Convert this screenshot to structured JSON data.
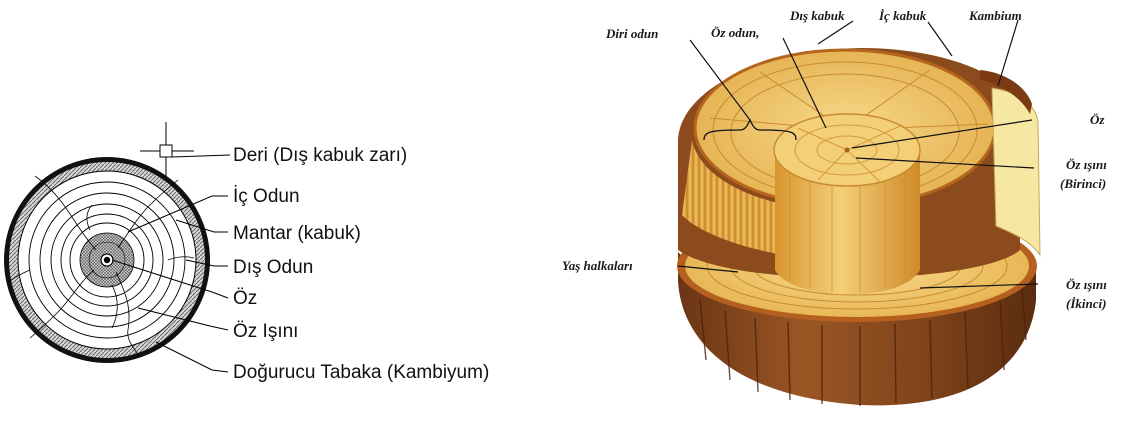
{
  "left_diagram": {
    "labels": {
      "bark_skin": "Deri (Dış kabuk zarı)",
      "inner_wood": "İç Odun",
      "cork": "Mantar (kabuk)",
      "outer_wood": "Dış Odun",
      "pith": "Öz",
      "pith_ray": "Öz Işını",
      "cambium": "Doğurucu Tabaka (Kambiyum)"
    }
  },
  "right_diagram": {
    "labels": {
      "sapwood": "Diri odun",
      "heartwood": "Öz odun,",
      "outer_bark": "Dış kabuk",
      "inner_bark": "İç kabuk",
      "cambium": "Kambium",
      "pith": "Öz",
      "pith_ray_primary": "Öz ışını",
      "pith_ray_primary_sub": "(Birinci)",
      "growth_rings": "Yaş halkaları",
      "pith_ray_secondary": "Öz ışını",
      "pith_ray_secondary_sub": "(İkinci)"
    },
    "colors": {
      "bark": "#8a4a1e",
      "wood_light": "#f2cf72",
      "wood_mid": "#e4ac45",
      "cambium_sheet": "#f6e7a2"
    }
  }
}
